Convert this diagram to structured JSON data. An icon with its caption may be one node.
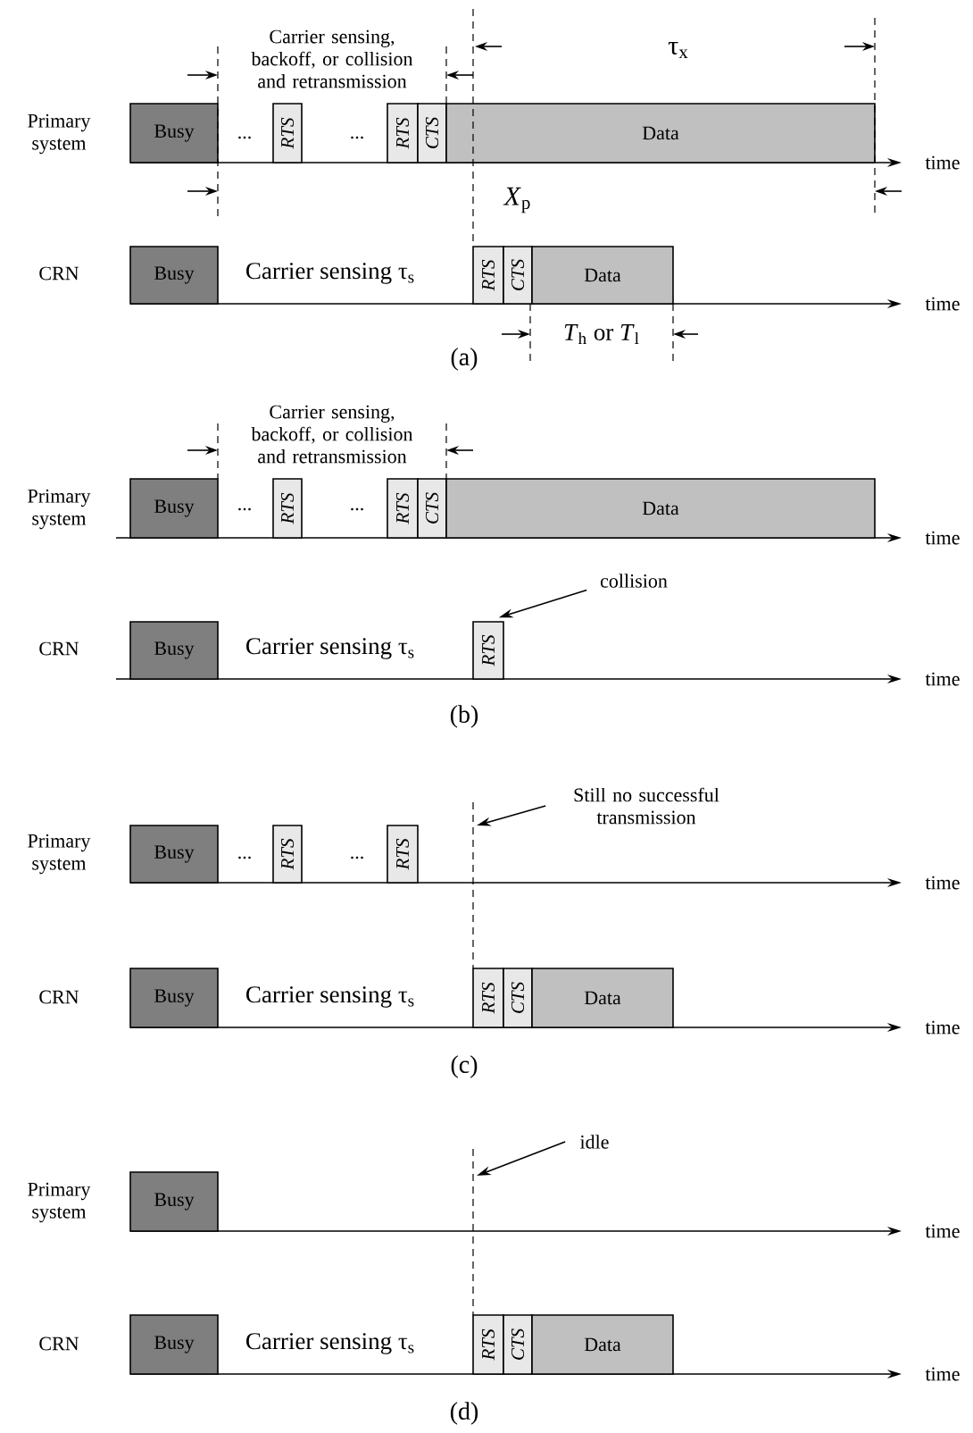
{
  "diagram": {
    "nodes": [
      {
        "text": [
          "Busy"
        ]
      },
      {
        "text": [
          "RTS"
        ]
      },
      {
        "text": [
          "RTS"
        ]
      },
      {
        "text": [
          "CTS"
        ]
      },
      {
        "text": [
          "Data"
        ]
      },
      {
        "text": [
          "Busy"
        ]
      },
      {
        "text": [
          "RTS"
        ]
      },
      {
        "text": [
          "CTS"
        ]
      },
      {
        "text": [
          "Data"
        ]
      },
      {
        "text": [
          "Busy"
        ]
      },
      {
        "text": [
          "RTS"
        ]
      },
      {
        "text": [
          "RTS"
        ]
      },
      {
        "text": [
          "CTS"
        ]
      },
      {
        "text": [
          "Data"
        ]
      },
      {
        "text": [
          "collision"
        ]
      },
      {
        "text": [
          "Busy"
        ]
      },
      {
        "text": [
          "RTS"
        ]
      },
      {
        "text": [
          "Still no successful transmission"
        ]
      },
      {
        "text": [
          "Busy"
        ]
      },
      {
        "text": [
          "RTS"
        ]
      },
      {
        "text": [
          "RTS"
        ]
      },
      {
        "text": [
          "Busy"
        ]
      },
      {
        "text": [
          "RTS"
        ]
      },
      {
        "text": [
          "CTS"
        ]
      },
      {
        "text": [
          "Data"
        ]
      },
      {
        "text": [
          "idle"
        ]
      },
      {
        "text": [
          "Busy"
        ]
      },
      {
        "text": [
          "Busy"
        ]
      },
      {
        "text": [
          "RTS"
        ]
      },
      {
        "text": [
          "CTS"
        ]
      },
      {
        "text": [
          "Data"
        ]
      }
    ],
    "edges": [
      {
        "from": 14,
        "to": 16,
        "arrow": "to"
      },
      {
        "from": 17,
        "to": null,
        "arrow": "to"
      },
      {
        "from": 25,
        "to": null,
        "arrow": "to"
      }
    ],
    "labels": [
      "Carrier sensing, backoff, or collision and retransmission",
      "τ$_{x}$",
      "Primary system",
      "...",
      "...",
      "time",
      "*X*$_{p}$",
      "CRN",
      "Carrier sensing τ$_{s}$",
      "time",
      "*T*$_{h}$ or *T*$_{l}$",
      "(a)",
      "Carrier sensing, backoff, or collision and retransmission",
      "Primary system",
      "...",
      "...",
      "time",
      "CRN",
      "Carrier sensing τ$_{s}$",
      "time",
      "(b)",
      "Primary system",
      "...",
      "...",
      "time",
      "CRN",
      "Carrier sensing τ$_{s}$",
      "time",
      "(c)",
      "Primary system",
      "time",
      "CRN",
      "Carrier sensing τ$_{s}$",
      "time",
      "(d)"
    ]
  }
}
